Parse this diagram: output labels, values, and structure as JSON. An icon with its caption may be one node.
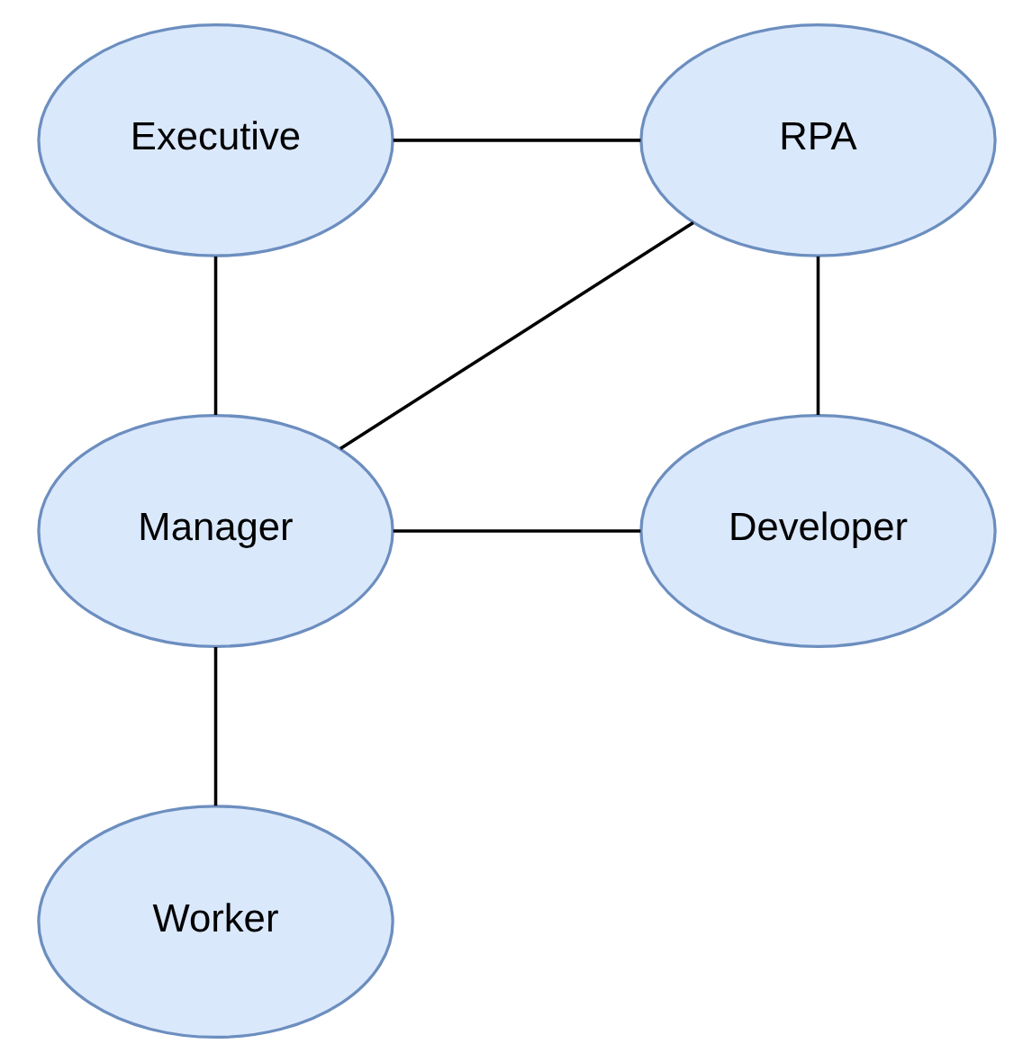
{
  "diagram": {
    "nodes": [
      {
        "text": [
          "Executive"
        ]
      },
      {
        "text": [
          "RPA"
        ]
      },
      {
        "text": [
          "Manager"
        ]
      },
      {
        "text": [
          "Developer"
        ]
      },
      {
        "text": [
          "Worker"
        ]
      }
    ],
    "edges": [
      {
        "from": 0,
        "to": 1,
        "arrow": "none"
      },
      {
        "from": 0,
        "to": 2,
        "arrow": "none"
      },
      {
        "from": 2,
        "to": 1,
        "arrow": "none"
      },
      {
        "from": 1,
        "to": 3,
        "arrow": "none"
      },
      {
        "from": 2,
        "to": 3,
        "arrow": "none"
      },
      {
        "from": 2,
        "to": 4,
        "arrow": "none"
      }
    ]
  }
}
